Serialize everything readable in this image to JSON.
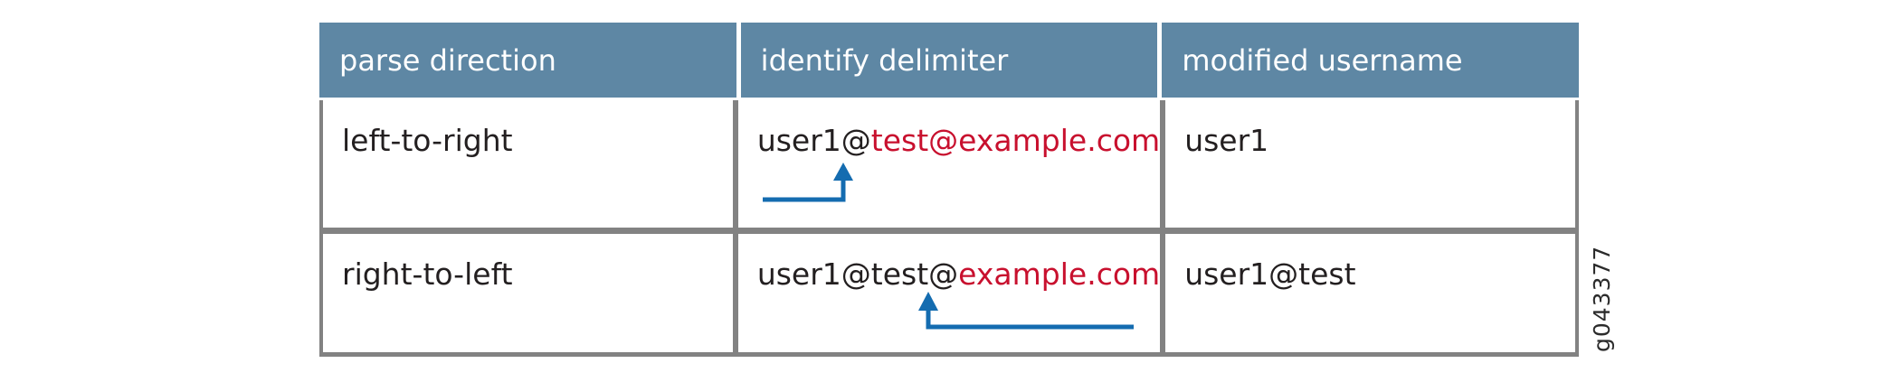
{
  "table": {
    "headers": [
      {
        "label": "parse direction"
      },
      {
        "label": "identify delimiter"
      },
      {
        "label": "modified username"
      }
    ],
    "rows": [
      {
        "direction": "left-to-right",
        "delimiter_prefix": "user1@",
        "delimiter_highlight": "test@example.com",
        "result": "user1",
        "arrow": "up-arrow-elbow-from-left"
      },
      {
        "direction": "right-to-left",
        "delimiter_prefix": "user1@test@",
        "delimiter_highlight": "example.com",
        "result": "user1@test",
        "arrow": "up-arrow-elbow-from-right"
      }
    ]
  },
  "watermark": "g043377",
  "colors": {
    "header_bg": "#5e87a4",
    "header_text": "#ffffff",
    "border": "#828282",
    "body_text": "#231f20",
    "highlight_red": "#c8102e",
    "arrow_blue": "#146cb0",
    "watermark_text": "#2b2b2b"
  }
}
